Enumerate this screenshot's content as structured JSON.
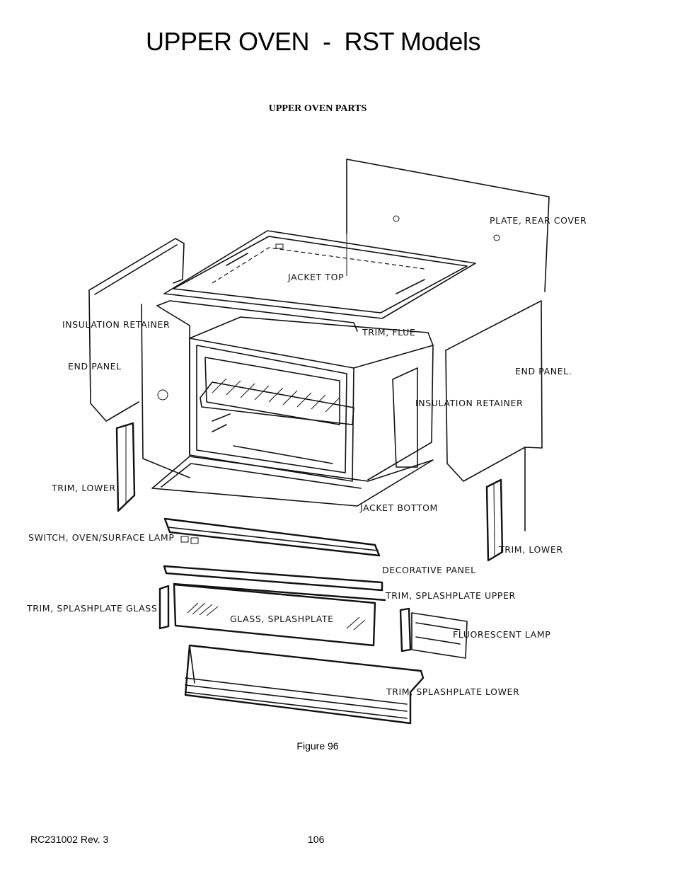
{
  "page": {
    "title": "UPPER OVEN  -  RST Models",
    "subtitle": "UPPER OVEN PARTS",
    "caption": "Figure 96",
    "doc_id": "RC231002  Rev. 3",
    "page_number": "106"
  },
  "labels": {
    "plate_rear_cover": "PLATE, REAR COVER",
    "jacket_top": "JACKET TOP",
    "insulation_retainer_left": "INSULATION RETAINER",
    "trim_flue": "TRIM, FLUE",
    "end_panel_left": "END PANEL",
    "end_panel_right": "END PANEL.",
    "insulation_retainer_right": "INSULATION RETAINER",
    "trim_lower_left": "TRIM, LOWER",
    "jacket_bottom": "JACKET BOTTOM",
    "switch_oven_surface_lamp": "SWITCH, OVEN/SURFACE LAMP",
    "trim_lower_right": "TRIM, LOWER",
    "decorative_panel": "DECORATIVE PANEL",
    "trim_splashplate_upper": "TRIM, SPLASHPLATE UPPER",
    "trim_splashplate_glass": "TRIM, SPLASHPLATE GLASS",
    "glass_splashplate": "GLASS, SPLASHPLATE",
    "fluorescent_lamp": "FLUORESCENT LAMP",
    "trim_splashplate_lower": "TRIM, SPLASHPLATE LOWER"
  }
}
